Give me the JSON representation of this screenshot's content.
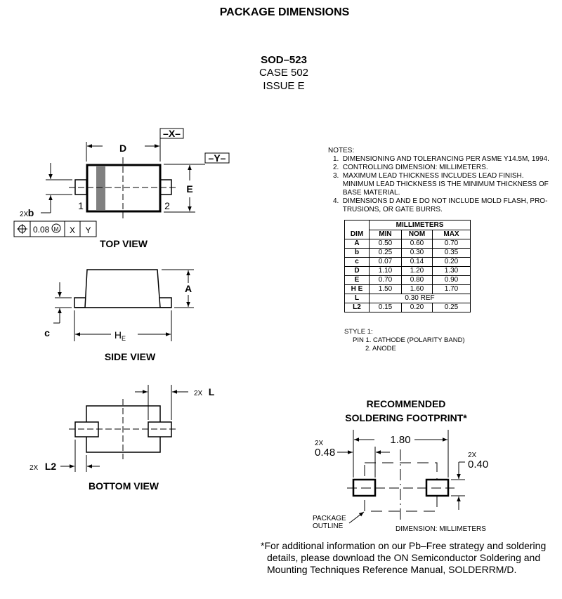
{
  "title": "PACKAGE DIMENSIONS",
  "package": {
    "name": "SOD–523",
    "case": "CASE 502",
    "issue": "ISSUE E"
  },
  "top_view": {
    "label": "TOP VIEW",
    "datum_x": "–X–",
    "datum_y": "–Y–",
    "dim_d": "D",
    "dim_e": "E",
    "pin1": "1",
    "pin2": "2",
    "dim_b_qty": "2X",
    "dim_b": "b",
    "fcf": {
      "symbol": "position-icon",
      "tolerance": "0.08",
      "modifier": "M",
      "datum1": "X",
      "datum2": "Y"
    }
  },
  "side_view": {
    "label": "SIDE VIEW",
    "dim_a": "A",
    "dim_c": "c",
    "dim_he": "H",
    "dim_he_sub": "E"
  },
  "bottom_view": {
    "label": "BOTTOM VIEW",
    "dim_l_qty": "2X",
    "dim_l": "L",
    "dim_l2_qty": "2X",
    "dim_l2": "L2"
  },
  "notes": {
    "heading": "NOTES:",
    "lines": [
      "1.  DIMENSIONING AND TOLERANCING PER ASME Y14.5M, 1994.",
      "2.  CONTROLLING DIMENSION: MILLIMETERS.",
      "3.  MAXIMUM LEAD THICKNESS INCLUDES LEAD FINISH.",
      "     MINIMUM LEAD THICKNESS IS THE MINIMUM THICKNESS OF",
      "     BASE MATERIAL.",
      "4.  DIMENSIONS D AND E DO NOT INCLUDE MOLD FLASH, PRO-",
      "     TRUSIONS, OR GATE BURRS."
    ]
  },
  "dim_table": {
    "unit_header": "MILLIMETERS",
    "columns": [
      "DIM",
      "MIN",
      "NOM",
      "MAX"
    ],
    "rows": [
      [
        "A",
        "0.50",
        "0.60",
        "0.70"
      ],
      [
        "b",
        "0.25",
        "0.30",
        "0.35"
      ],
      [
        "c",
        "0.07",
        "0.14",
        "0.20"
      ],
      [
        "D",
        "1.10",
        "1.20",
        "1.30"
      ],
      [
        "E",
        "0.70",
        "0.80",
        "0.90"
      ],
      [
        "H E",
        "1.50",
        "1.60",
        "1.70"
      ],
      [
        "L",
        "0.30 REF"
      ],
      [
        "L2",
        "0.15",
        "0.20",
        "0.25"
      ]
    ]
  },
  "style": {
    "heading": "STYLE 1:",
    "pin1": "PIN 1.  CATHODE (POLARITY BAND)",
    "pin2": "2.  ANODE"
  },
  "footprint": {
    "title1": "RECOMMENDED",
    "title2": "SOLDERING FOOTPRINT*",
    "pitch": "1.80",
    "pad_w_qty": "2X",
    "pad_w": "0.48",
    "pad_h_qty": "2X",
    "pad_h": "0.40",
    "outline_label1": "PACKAGE",
    "outline_label2": "OUTLINE",
    "units": "DIMENSION: MILLIMETERS"
  },
  "footnote": [
    "*For additional information on our Pb–Free strategy and soldering",
    "details, please download the ON Semiconductor Soldering and",
    "Mounting Techniques Reference Manual, SOLDERRM/D."
  ]
}
